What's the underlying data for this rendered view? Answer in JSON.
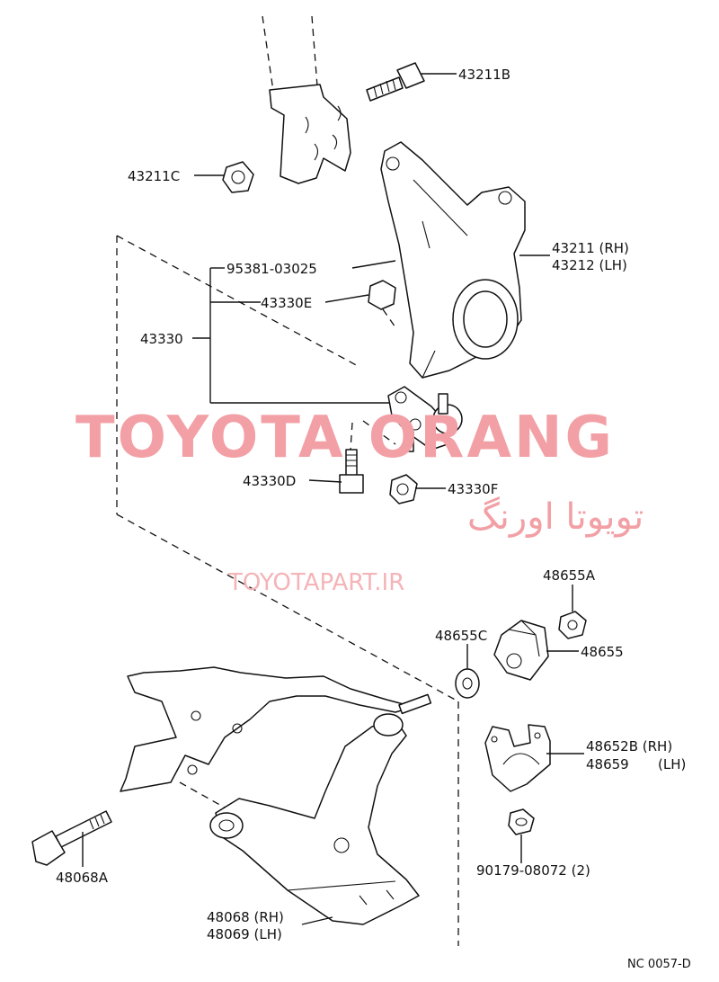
{
  "diagram": {
    "callouts": {
      "c_43211B": "43211B",
      "c_43211C": "43211C",
      "c_43211": "43211 (RH)",
      "c_43212": "43212 (LH)",
      "c_95381": "95381-03025",
      "c_43330E": "43330E",
      "c_43330": "43330",
      "c_43330D": "43330D",
      "c_43330F": "43330F",
      "c_48655A": "48655A",
      "c_48655C": "48655C",
      "c_48655": "48655",
      "c_48652B": "48652B (RH)",
      "c_48659": "48659",
      "c_48659_side": "(LH)",
      "c_90179": "90179-08072 (2)",
      "c_48068A": "48068A",
      "c_48068": "48068 (RH)",
      "c_48069": "48069 (LH)"
    },
    "diagram_code": "NC 0057-D"
  },
  "watermark": {
    "brand": "TOYOTA ORANG",
    "brand_fa": "تویوتا اورنگ",
    "url": "TOYOTAPART.IR"
  }
}
